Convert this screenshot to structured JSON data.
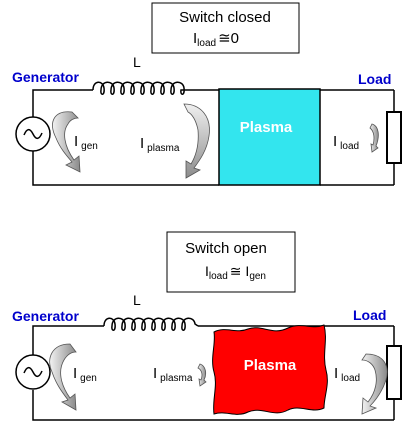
{
  "closed": {
    "box_title": "Switch closed",
    "box_I": "I",
    "box_sub": "load",
    "box_rel": "≅0",
    "generator": "Generator",
    "inductor": "L",
    "load": "Load",
    "plasma": "Plasma",
    "i_gen": {
      "main": "I",
      "sub": "gen"
    },
    "i_plasma": {
      "main": "I",
      "sub": "plasma"
    },
    "i_load": {
      "main": "I",
      "sub": "load"
    }
  },
  "open": {
    "box_title": "Switch open",
    "box_I": "I",
    "box_sub": "load",
    "box_rel": "≅ I",
    "box_sub2": "gen",
    "generator": "Generator",
    "inductor": "L",
    "load": "Load",
    "plasma": "Plasma",
    "i_gen": {
      "main": "I",
      "sub": "gen"
    },
    "i_plasma": {
      "main": "I",
      "sub": "plasma"
    },
    "i_load": {
      "main": "I",
      "sub": "load"
    }
  },
  "colors": {
    "wire": "#000000",
    "label_blue": "#0000cc",
    "plasma_closed": "#33e5ee",
    "plasma_open": "#ff0000",
    "arrow_light": "#e0e0e0",
    "arrow_dark": "#8c8c8c"
  },
  "icons": [
    "ac-source-icon",
    "inductor-coil-icon",
    "load-resistor-icon",
    "current-arrow-icon"
  ]
}
